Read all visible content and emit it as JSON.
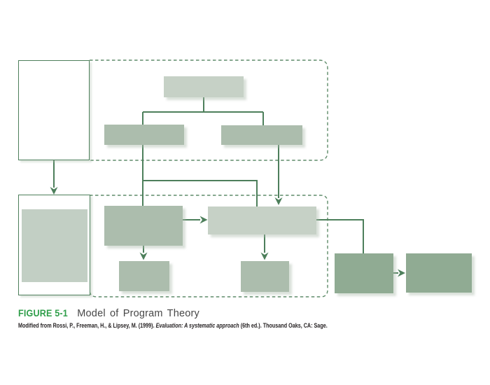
{
  "figure": {
    "label": "FIGURE 5-1",
    "title": "Model of Program Theory",
    "attribution": {
      "pre": "Modified from Rossi, P., Freeman, H., & Lipsey, M. (1999). ",
      "italic": "Evaluation: A systematic approach",
      "post": " (6th ed.). Thousand Oaks, CA: Sage."
    }
  },
  "colors": {
    "line-green": "#4d7f5b",
    "dash-green": "#5f8c6a",
    "box-light": "#c6d1c6",
    "box-medium": "#acbdad",
    "box-dark": "#90ab93",
    "inner-panel": "#c2cfc4",
    "figure-label-green": "#2f9e4a",
    "title-gray": "#474747",
    "attribution-black": "#231f20"
  }
}
